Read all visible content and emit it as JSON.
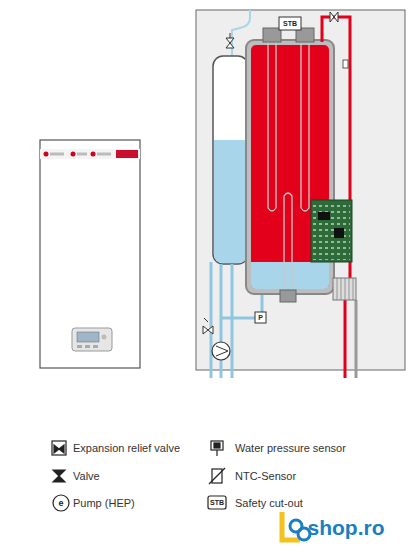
{
  "diagram": {
    "labels": [
      "STB",
      "P",
      "e",
      "STB",
      "shop.ro"
    ],
    "legend": [
      {
        "text": "Expansion relief valve"
      },
      {
        "text": "Water pressure sensor"
      },
      {
        "text": "Valve"
      },
      {
        "text": "NTC-Sensor"
      },
      {
        "text": "Pump (HEP)"
      },
      {
        "text": "Safety cut-out"
      }
    ]
  }
}
